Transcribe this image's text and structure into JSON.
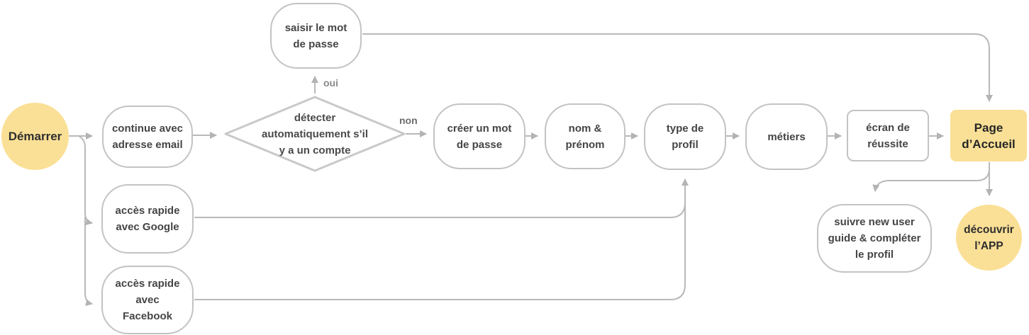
{
  "diagram": {
    "type": "flowchart",
    "language": "fr",
    "colors": {
      "accent_yellow": "#FAE096",
      "node_border": "#C3C3C3",
      "connector_gray": "#B6B6B6",
      "text_dark": "#454545",
      "diamond_fill": "#FFFFFF"
    },
    "nodes": {
      "demarrer": {
        "label": "Démarrer",
        "shape": "circle"
      },
      "continue_email": {
        "label": "continue avec adresse email",
        "shape": "rounded"
      },
      "detecter_compte": {
        "label": "détecter automatiquement s’il y a un compte",
        "shape": "diamond"
      },
      "saisir_mdp": {
        "label": "saisir le mot de passe",
        "shape": "rounded"
      },
      "creer_mdp": {
        "label": "créer un mot de passe",
        "shape": "rounded"
      },
      "nom_prenom": {
        "label": "nom & prénom",
        "shape": "rounded"
      },
      "type_profil": {
        "label": "type de profil",
        "shape": "rounded"
      },
      "metiers": {
        "label": "métiers",
        "shape": "rounded"
      },
      "ecran_reussite": {
        "label": "écran de réussite",
        "shape": "rectangle"
      },
      "page_accueil": {
        "label": "Page d’Accueil",
        "shape": "rectangle-accent"
      },
      "suivre_guide": {
        "label": "suivre new user guide & compléter le profil",
        "shape": "rounded"
      },
      "decouvrir_app": {
        "label": "découvrir l’APP",
        "shape": "circle"
      },
      "acces_google": {
        "label": "accès rapide avec Google",
        "shape": "rounded"
      },
      "acces_facebook": {
        "label": "accès rapide avec Facebook",
        "shape": "rounded"
      }
    },
    "edge_labels": {
      "oui": "oui",
      "non": "non"
    }
  }
}
